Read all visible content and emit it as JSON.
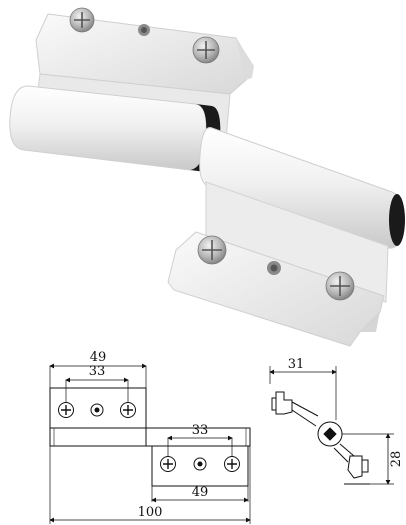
{
  "dimensions": {
    "top_hole_span": "33",
    "top_leaf_width": "49",
    "bottom_hole_span": "33",
    "bottom_leaf_width": "49",
    "total_length": "100",
    "profile_depth": "31",
    "profile_height": "28"
  },
  "colors": {
    "hinge_body": "#f4f4f4",
    "hinge_shadow": "#cfcfcf",
    "ring": "#1a1a1a",
    "screw": "#b9b9b9",
    "line": "#111111"
  }
}
